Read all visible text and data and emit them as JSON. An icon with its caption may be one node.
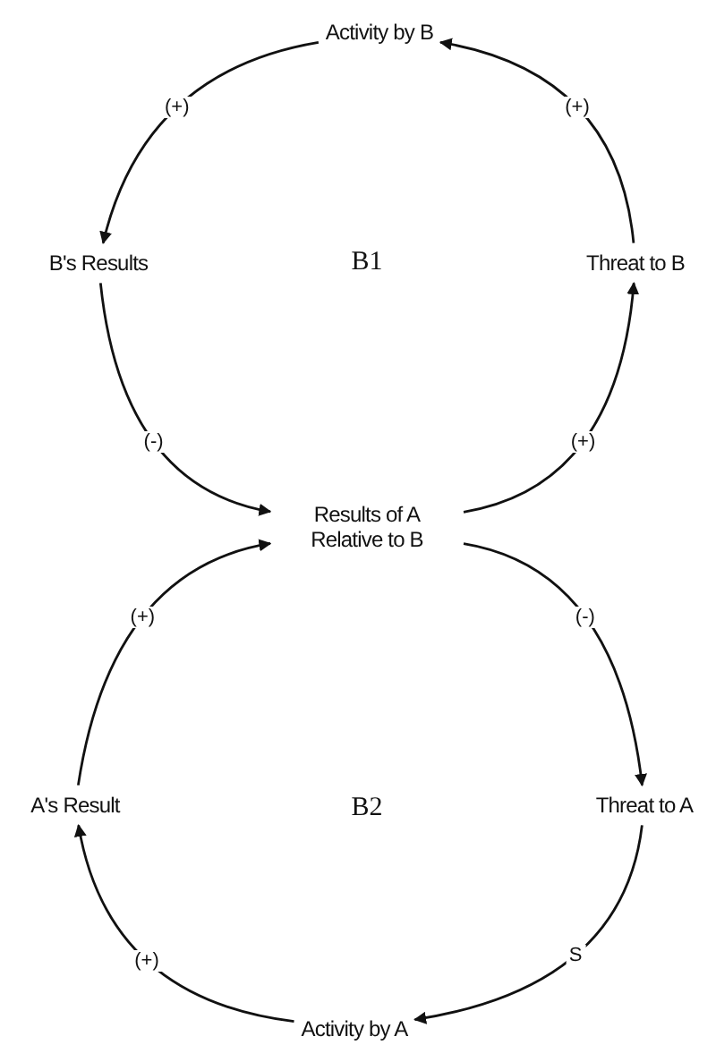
{
  "diagram": {
    "nodes": [
      {
        "text": [
          "Activity by B"
        ]
      },
      {
        "text": [
          "B's Results"
        ]
      },
      {
        "text": [
          "Threat to B"
        ]
      },
      {
        "text": [
          "Results of A Relative to B"
        ]
      },
      {
        "text": [
          "A's Result"
        ]
      },
      {
        "text": [
          "Threat to A"
        ]
      },
      {
        "text": [
          "Activity by A"
        ]
      }
    ],
    "edges": [
      {
        "from": 0,
        "to": 1,
        "arrow": "to",
        "label": "(+)"
      },
      {
        "from": 1,
        "to": 3,
        "arrow": "to",
        "label": "(-)"
      },
      {
        "from": 3,
        "to": 2,
        "arrow": "to",
        "label": "(+)"
      },
      {
        "from": 2,
        "to": 0,
        "arrow": "to",
        "label": "(+)"
      },
      {
        "from": 3,
        "to": 5,
        "arrow": "to",
        "label": "(-)"
      },
      {
        "from": 5,
        "to": 6,
        "arrow": "to",
        "label": "S"
      },
      {
        "from": 6,
        "to": 4,
        "arrow": "to",
        "label": "(+)"
      },
      {
        "from": 4,
        "to": 3,
        "arrow": "to",
        "label": "(+)"
      }
    ],
    "labels": [
      "B1",
      "B2"
    ]
  }
}
